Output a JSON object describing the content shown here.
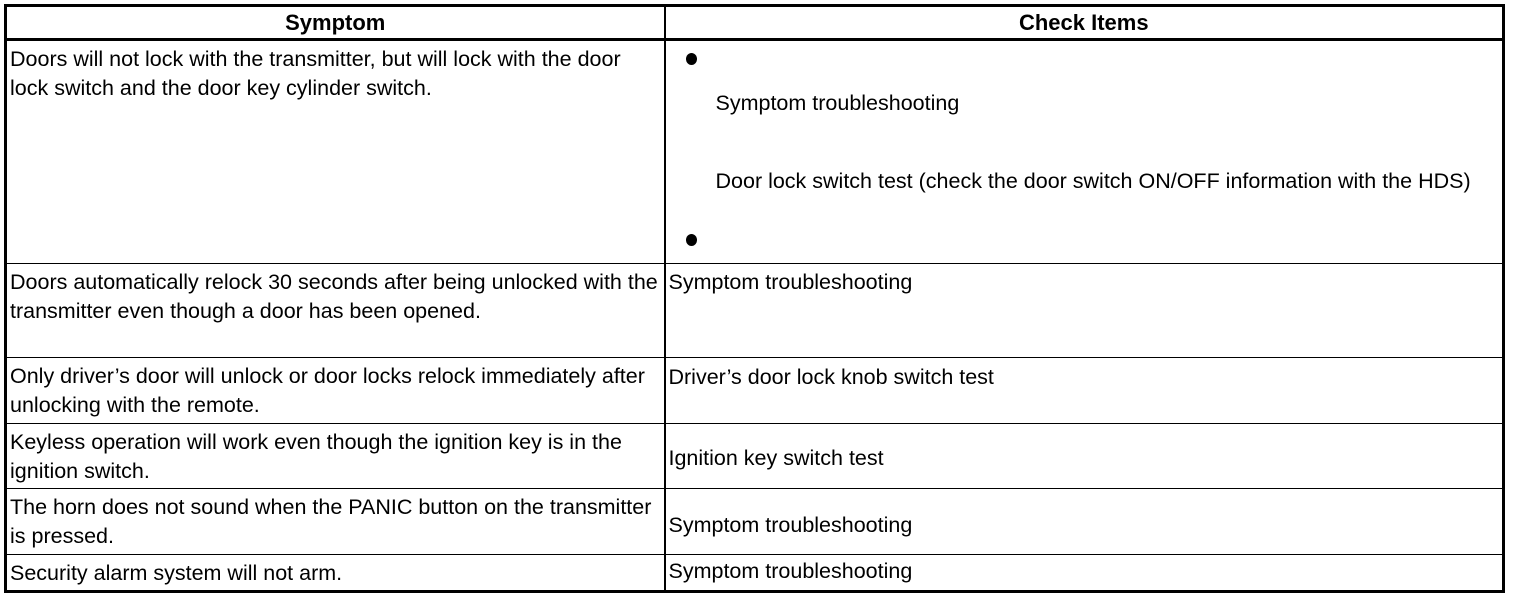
{
  "table": {
    "headers": {
      "symptom": "Symptom",
      "check_items": "Check Items"
    },
    "rows": [
      {
        "symptom": "Doors will not lock with the transmitter, but will lock with the door lock switch and the door key cylinder switch.",
        "check_items_bullets": [
          "Symptom troubleshooting",
          "Door lock switch test (check the door switch ON/OFF information with the HDS)"
        ]
      },
      {
        "symptom": "Doors automatically relock 30 seconds after being unlocked with the transmitter even though a door has been opened.",
        "check_items": "Symptom troubleshooting"
      },
      {
        "symptom": "Only driver’s door will unlock or door locks relock immediately after unlocking with the remote.",
        "check_items": "Driver’s door lock knob switch test"
      },
      {
        "symptom": "Keyless operation will work even though the ignition key is in the ignition switch.",
        "check_items": "Ignition key switch test"
      },
      {
        "symptom": "The horn does not sound when the PANIC button on the transmitter is pressed.",
        "check_items": "Symptom troubleshooting"
      },
      {
        "symptom": "Security alarm system will not arm.",
        "check_items": "Symptom troubleshooting"
      }
    ]
  },
  "colors": {
    "border": "#000000",
    "text": "#000000",
    "background": "#ffffff"
  }
}
